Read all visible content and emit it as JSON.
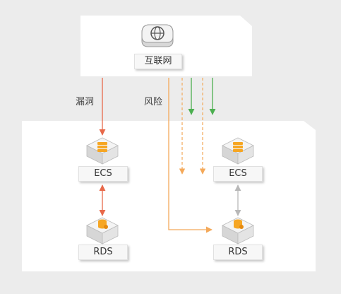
{
  "colors": {
    "background": "#ececec",
    "panel": "#ffffff",
    "vulnerability": "#e8694a",
    "risk": "#f4a95a",
    "allowed": "#4caf50",
    "internal": "#b8b8b8",
    "icon_face": "#f2f2f2",
    "icon_side": "#d4d4d4",
    "db_orange": "#f6a623"
  },
  "internet": {
    "label": "互联网",
    "icon": "globe-router-icon"
  },
  "left": {
    "ecs": {
      "label": "ECS",
      "icon": "server-stack-icon"
    },
    "rds": {
      "label": "RDS",
      "icon": "database-icon"
    }
  },
  "right": {
    "ecs": {
      "label": "ECS",
      "icon": "server-stack-icon"
    },
    "rds": {
      "label": "RDS",
      "icon": "database-icon"
    }
  },
  "edges": {
    "vulnerability_label": "漏洞",
    "risk_label": "风险"
  }
}
